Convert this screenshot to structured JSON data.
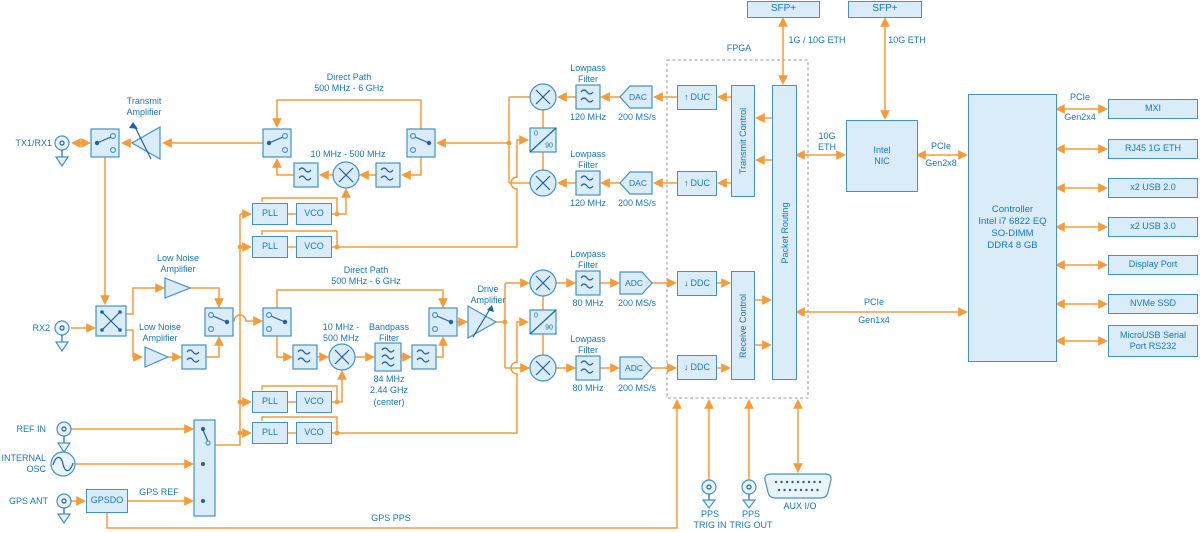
{
  "colors": {
    "orange": "#F59B38",
    "box_fill": "#D9ECF8",
    "box_stroke": "#4292C6",
    "text_blue": "#1577BE",
    "symbol_blue": "#1F60A8",
    "dashed_gray": "#999999"
  },
  "io": {
    "tx1rx1": "TX1/RX1",
    "rx2": "RX2",
    "ref_in": "REF IN",
    "internal_osc": "INTERNAL\nOSC",
    "gps_ant": "GPS ANT",
    "pps_trig_in": "PPS\nTRIG IN",
    "pps_trig_out": "PPS\nTRIG OUT",
    "aux_io": "AUX I/O",
    "sfp_a": "SFP+",
    "sfp_b": "SFP+"
  },
  "rf": {
    "transmit_amplifier": "Transmit\nAmplifier",
    "low_noise_amplifier": "Low Noise\nAmplifier",
    "drive_amplifier": "Drive\nAmplifier",
    "direct_path": "Direct Path\n500 MHz - 6 GHz",
    "tx_band": "10 MHz - 500 MHz",
    "rx_band": "10 MHz -\n500 MHz",
    "bandpass_filter": "Bandpass\nFilter",
    "bandpass_spec": "84 MHz\n2.44 GHz\n(center)",
    "pll": "PLL",
    "vco": "VCO",
    "phase_0": "0",
    "phase_90": "90"
  },
  "converters": {
    "lowpass_filter": "Lowpass\nFilter",
    "dac": "DAC",
    "adc": "ADC",
    "rate": "200 MS/s",
    "tx_bw": "120 MHz",
    "rx_bw": "80 MHz"
  },
  "fpga": {
    "label": "FPGA",
    "duc": "DUC",
    "ddc": "DDC",
    "up_arrow": "↑",
    "down_arrow": "↓",
    "transmit_control": "Transmit Control",
    "receive_control": "Receive Control",
    "packet_routing": "Packet Routing"
  },
  "network": {
    "eth_1g_10g": "1G / 10G ETH",
    "eth_10g": "10G ETH",
    "eth_10g_link": "10G\nETH",
    "intel_nic": "Intel\nNIC",
    "pcie": "PCIe",
    "gen2x8": "Gen2x8",
    "gen1x4": "Gen1x4",
    "gen2x4": "Gen2x4"
  },
  "host": {
    "controller": "Controller\nIntel i7 6822 EQ\nSO-DIMM\nDDR4 8 GB",
    "peripherals": [
      "MXI",
      "RJ45 1G ETH",
      "x2 USB 2.0",
      "x2 USB 3.0",
      "Display Port",
      "NVMe SSD",
      "MicroUSB Serial\nPort RS232"
    ]
  },
  "clocking": {
    "gpsdo": "GPSDO",
    "gps_ref": "GPS REF",
    "gps_pps": "GPS PPS"
  }
}
